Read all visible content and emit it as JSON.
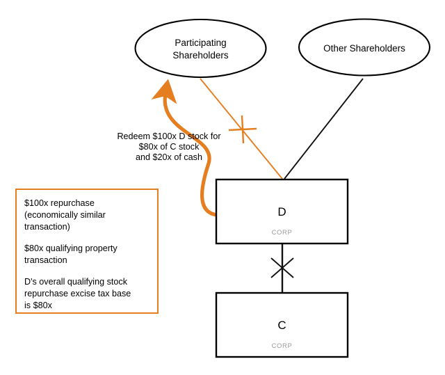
{
  "diagram": {
    "title": "Stock repurchase excise tax diagram",
    "colors": {
      "accent_orange": "#E57E20",
      "outline_black": "#000000",
      "corp_sub_gray": "#9a9a9a",
      "background": "#ffffff"
    },
    "nodes": {
      "participating_shareholders": {
        "line1": "Participating",
        "line2": "Shareholders",
        "shape": "ellipse"
      },
      "other_shareholders": {
        "line1": "Other Shareholders",
        "shape": "ellipse"
      },
      "d_corp": {
        "title": "D",
        "subtitle": "CORP",
        "shape": "rectangle"
      },
      "c_corp": {
        "title": "C",
        "subtitle": "CORP",
        "shape": "rectangle"
      }
    },
    "edges": {
      "redeem_note": {
        "line1": "Redeem $100x D stock for",
        "line2": "$80x of C stock",
        "line3": "and $20x of cash"
      },
      "participating_to_d": {
        "style": "orange-line",
        "crossed_out": true,
        "cross_color": "#E57E20"
      },
      "other_to_d": {
        "style": "black-line",
        "crossed_out": false
      },
      "d_to_c": {
        "style": "black-line",
        "crossed_out": true,
        "cross_color": "#000000"
      },
      "d_to_participating_arrow": {
        "style": "orange-curved-arrow",
        "direction": "from D Corp up to Participating Shareholders"
      }
    },
    "legend": {
      "paragraphs": [
        "$100x repurchase (economically similar transaction)",
        "$80x qualifying property transaction",
        "D's overall qualifying stock repurchase excise tax base is $80x"
      ],
      "lines": [
        "$100x repurchase",
        "(economically similar",
        "transaction)",
        "$80x qualifying property",
        "transaction",
        "D's overall qualifying stock",
        "repurchase excise tax base",
        "is $80x"
      ]
    }
  }
}
